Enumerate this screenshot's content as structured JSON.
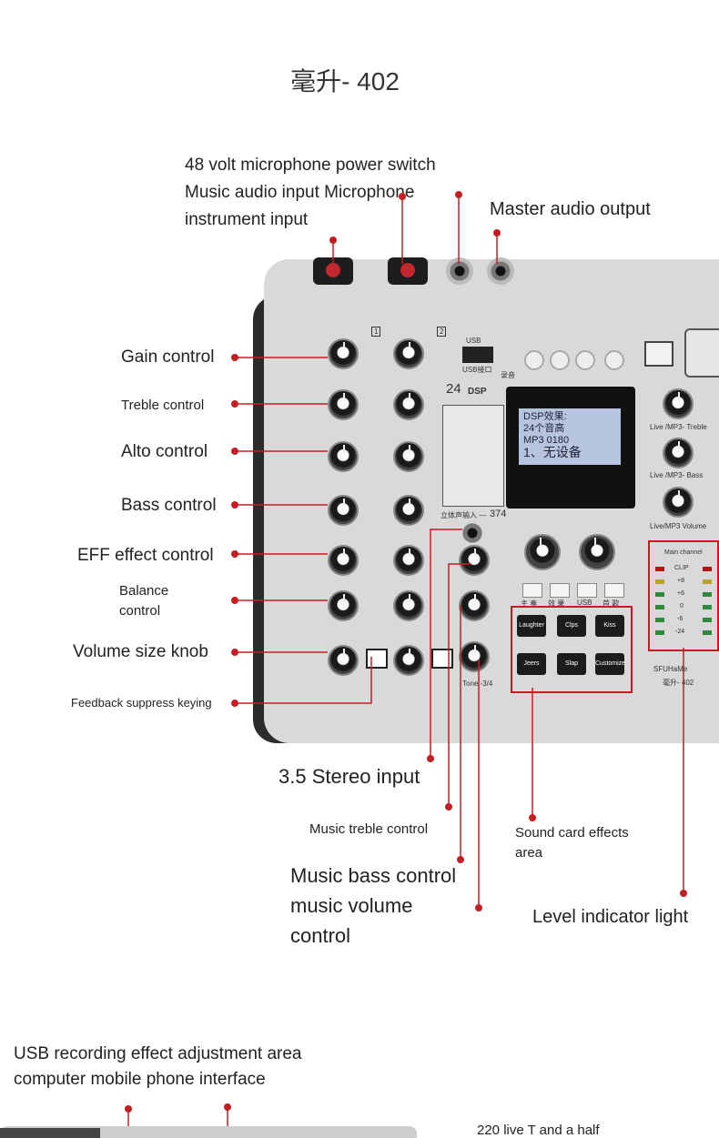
{
  "title": "毫升- 402",
  "labels": {
    "phantom_power": "48 volt microphone power switch",
    "music_input": "Music audio input Microphone",
    "instrument_input": "instrument input",
    "master_output": "Master audio output",
    "gain": "Gain control",
    "treble": "Treble control",
    "alto": "Alto control",
    "bass": "Bass control",
    "eff": "EFF effect control",
    "balance_1": "Balance",
    "balance_2": "control",
    "volume_knob": "Volume size knob",
    "feedback": "Feedback suppress keying",
    "stereo_input": "3.5 Stereo input",
    "music_treble": "Music treble control",
    "sound_card_1": "Sound card effects",
    "sound_card_2": "area",
    "music_bass": "Music bass control",
    "music_volume_1": "music volume",
    "music_volume_2": "control",
    "level_light": "Level indicator light",
    "usb_recording": "USB recording effect adjustment area",
    "computer_interface": "computer mobile phone interface",
    "live_t": "220 live T and a half"
  },
  "device": {
    "lcd_line1": "DSP效果:",
    "lcd_line2": "24个音高",
    "lcd_line3": "MP3 0180",
    "lcd_line4": "1、无设备",
    "dsp_count": "24",
    "dsp_logo": "DSP",
    "stereo_in_label": "立体声输入 —",
    "stereo_num": "374",
    "usb_label": "USB",
    "usb_port": "USB接口",
    "record": "录音",
    "main_channel": "Main channel",
    "brand": "SFUHaMe",
    "model": "毫升- 402",
    "live_treble": "Live /MP3- Treble",
    "live_bass": "Live /MP3- Bass",
    "live_volume": "Live/MP3 Volume",
    "tone": "Tone -3/4",
    "ch1": "1",
    "ch2": "2",
    "sfx_buttons": [
      "Laughter",
      "Clps",
      "Kiss",
      "Jeers",
      "Slap",
      "Customize"
    ],
    "meter_labels": [
      "CLIP",
      "+8",
      "+6",
      "0",
      "-6",
      "-24"
    ],
    "mode_buttons": [
      "主 奏",
      "效 果",
      "USB",
      "首 歌"
    ]
  },
  "colors": {
    "accent": "#c41e24",
    "panel": "#d9d9db",
    "frame": "#2b2b2b"
  }
}
